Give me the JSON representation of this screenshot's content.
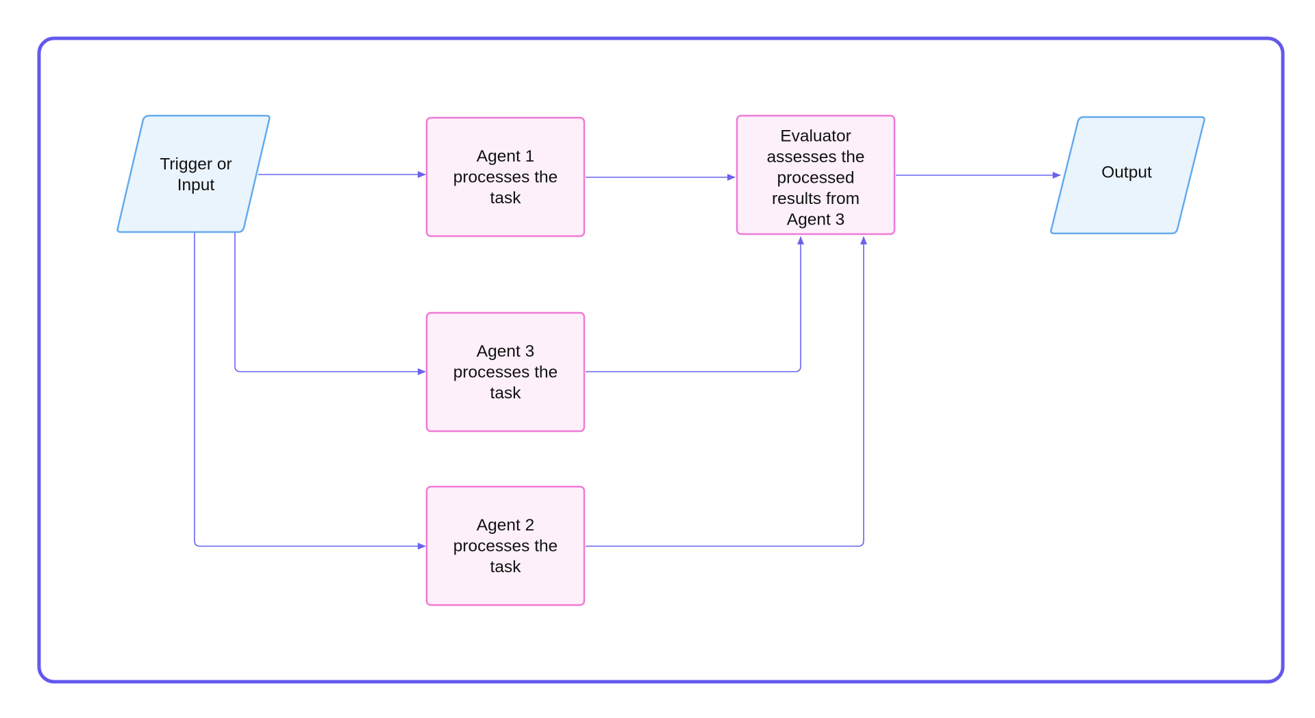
{
  "colors": {
    "frame": "#6458ee",
    "connector": "#6a62ee",
    "io_fill": "#eaf4fd",
    "io_stroke": "#63aaec",
    "process_fill": "#fef0fa",
    "process_stroke": "#f07ad6",
    "text": "#111111"
  },
  "nodes": {
    "trigger": {
      "lines": [
        "Trigger or",
        "Input"
      ]
    },
    "agent1": {
      "lines": [
        "Agent 1",
        "processes the",
        "task"
      ]
    },
    "agent3": {
      "lines": [
        "Agent 3",
        "processes the",
        "task"
      ]
    },
    "agent2": {
      "lines": [
        "Agent 2",
        "processes the",
        "task"
      ]
    },
    "evaluator": {
      "lines": [
        "Evaluator",
        "assesses the",
        "processed",
        "results from",
        "Agent 3"
      ]
    },
    "output": {
      "lines": [
        "Output"
      ]
    }
  }
}
